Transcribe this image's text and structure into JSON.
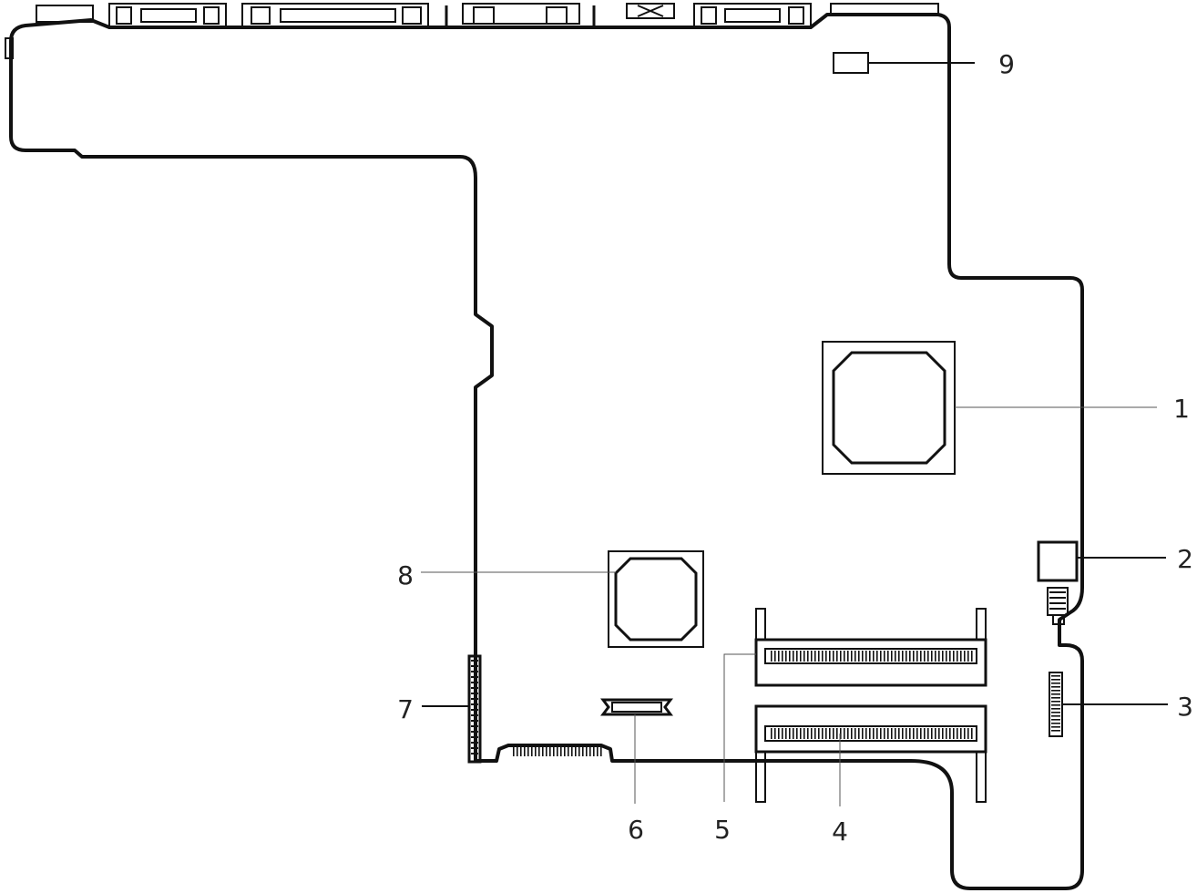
{
  "diagram": {
    "callouts": [
      {
        "id": "1",
        "label": "1"
      },
      {
        "id": "2",
        "label": "2"
      },
      {
        "id": "3",
        "label": "3"
      },
      {
        "id": "4",
        "label": "4"
      },
      {
        "id": "5",
        "label": "5"
      },
      {
        "id": "6",
        "label": "6"
      },
      {
        "id": "7",
        "label": "7"
      },
      {
        "id": "8",
        "label": "8"
      },
      {
        "id": "9",
        "label": "9"
      }
    ],
    "colors": {
      "line": "#111111",
      "leader": "#555555",
      "background": "#ffffff"
    }
  }
}
